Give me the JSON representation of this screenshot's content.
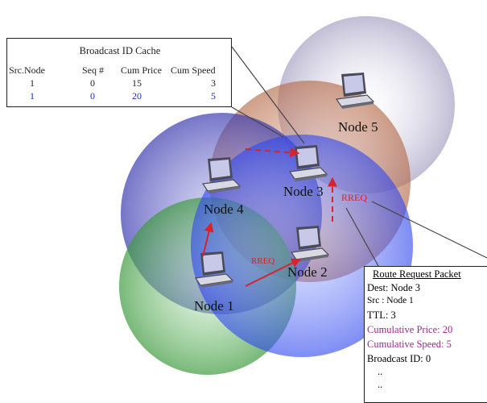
{
  "colors": {
    "circle_node5": "#8f88b4",
    "circle_node3": "#c17a5a",
    "circle_node4": "#4a4ab0",
    "circle_node1": "#3f9a3f",
    "circle_node2": "#3a50e6",
    "arrow": "#d8232a",
    "highlight": "#9b2a8b",
    "cache_blue": "#1f2fb0"
  },
  "cache": {
    "title": "Broadcast ID Cache",
    "headers": [
      "Src.Node",
      "Seq #",
      "Cum Price",
      "Cum Speed"
    ],
    "rows": [
      [
        "1",
        "0",
        "15",
        "3"
      ],
      [
        "1",
        "0",
        "20",
        "5"
      ]
    ]
  },
  "nodes": {
    "n1": "Node 1",
    "n2": "Node 2",
    "n3": "Node 3",
    "n4": "Node 4",
    "n5": "Node 5"
  },
  "arrows": {
    "rreq_a": "RREQ",
    "rreq_b": "RREQ"
  },
  "packet": {
    "title": "Route Request Packet",
    "dest": "Dest: Node 3",
    "src": "Src : Node 1",
    "ttl": "TTL: 3",
    "price": "Cumulative Price: 20",
    "speed": "Cumulative Speed: 5",
    "bid": "Broadcast ID: 0",
    "dots1": "..",
    "dots2": ".."
  },
  "icons": [
    "laptop-icon"
  ]
}
